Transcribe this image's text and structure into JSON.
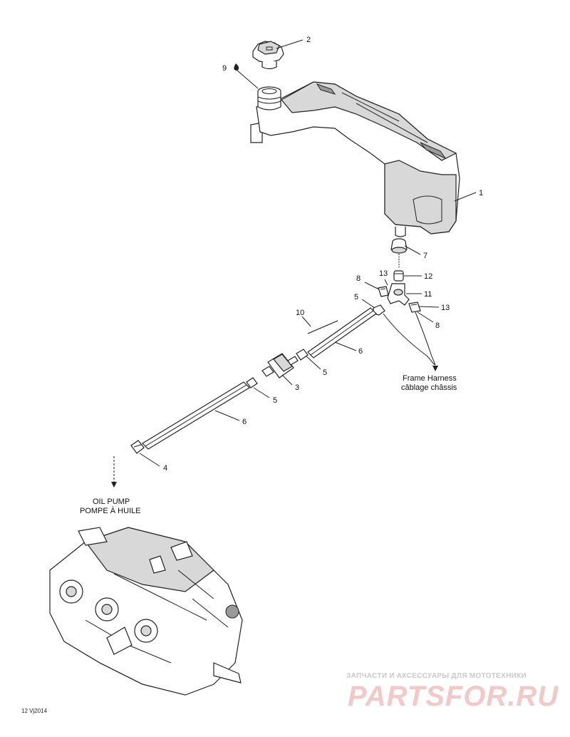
{
  "callouts": [
    {
      "id": "1",
      "text": "1"
    },
    {
      "id": "2",
      "text": "2"
    },
    {
      "id": "3",
      "text": "3"
    },
    {
      "id": "4",
      "text": "4"
    },
    {
      "id": "5a",
      "text": "5"
    },
    {
      "id": "5b",
      "text": "5"
    },
    {
      "id": "5c",
      "text": "5"
    },
    {
      "id": "6a",
      "text": "6"
    },
    {
      "id": "6b",
      "text": "6"
    },
    {
      "id": "7",
      "text": "7"
    },
    {
      "id": "8a",
      "text": "8"
    },
    {
      "id": "8b",
      "text": "8"
    },
    {
      "id": "9",
      "text": "9"
    },
    {
      "id": "10",
      "text": "10"
    },
    {
      "id": "11",
      "text": "11"
    },
    {
      "id": "12",
      "text": "12"
    },
    {
      "id": "13a",
      "text": "13"
    },
    {
      "id": "13b",
      "text": "13"
    }
  ],
  "captions": {
    "frame_harness_en": "Frame Harness",
    "frame_harness_fr": "câblage châssis",
    "oil_pump_en": "OIL PUMP",
    "oil_pump_fr": "POMPE À HUILE"
  },
  "drawing_code": "12 Vj2014",
  "watermark": {
    "tagline": "ЗАПЧАСТИ И АКСЕССУАРЫ ДЛЯ МОТОТЕХНИКИ",
    "brand": "PARTSFOR.RU"
  }
}
